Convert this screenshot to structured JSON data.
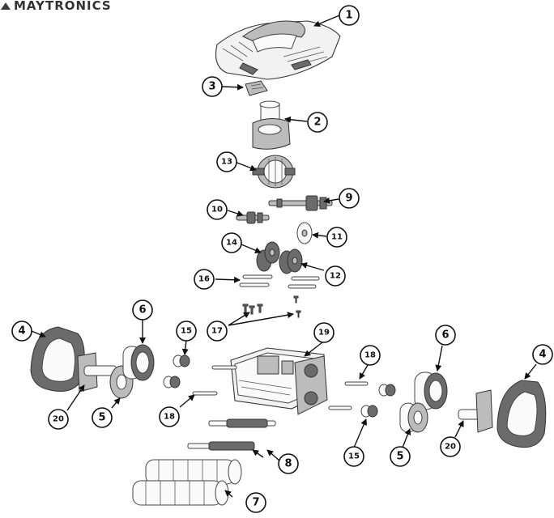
{
  "brand": {
    "text": "MAYTRONICS"
  },
  "callouts": [
    "1",
    "2",
    "3",
    "4",
    "5",
    "6",
    "7",
    "8",
    "9",
    "10",
    "11",
    "12",
    "13",
    "14",
    "15",
    "16",
    "17",
    "18",
    "19",
    "20"
  ],
  "icons": {
    "arrowhead": "arrow-head",
    "brand_logo": "brand-logo-icon"
  }
}
